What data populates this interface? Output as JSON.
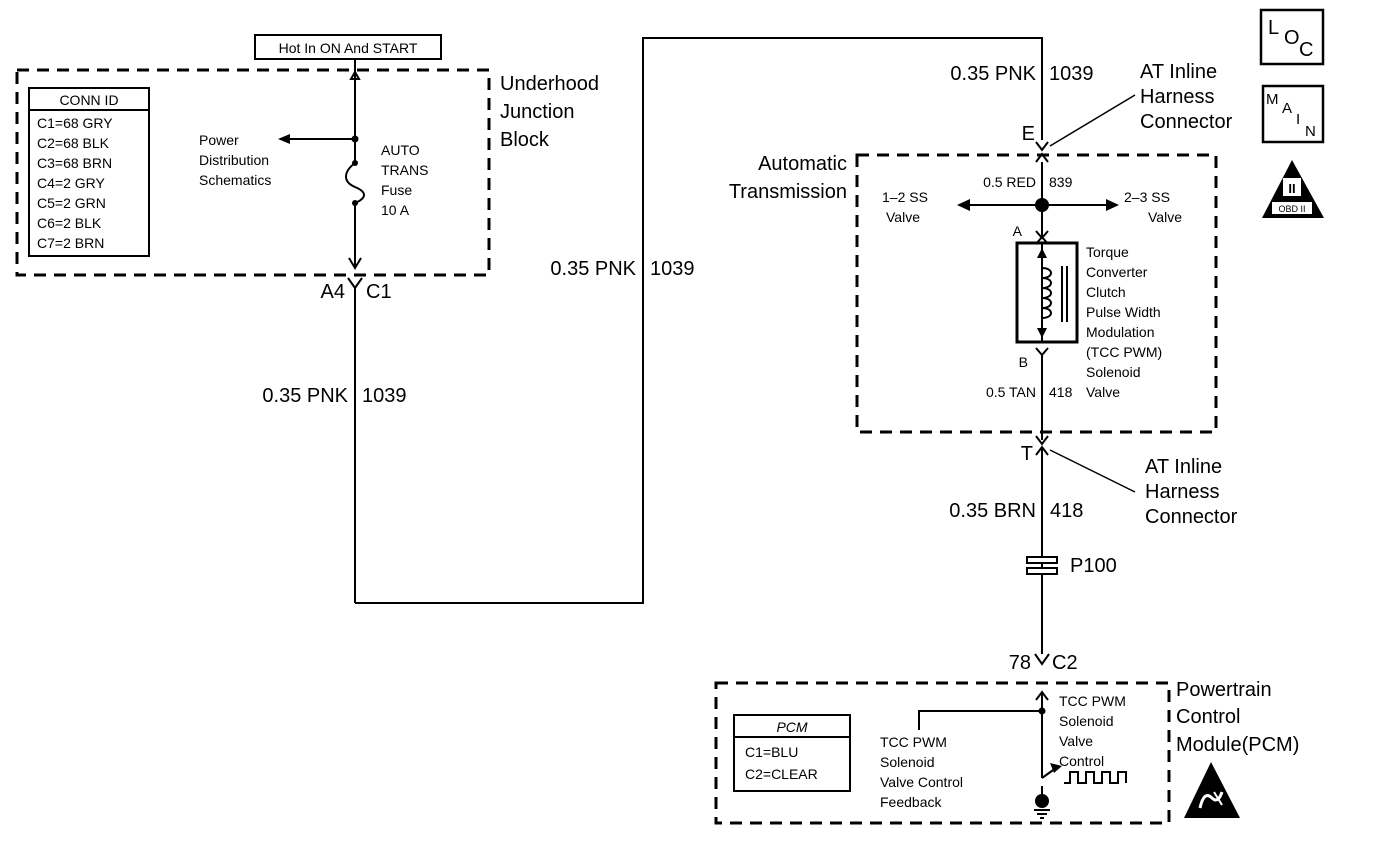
{
  "power_label": "Hot In ON And START",
  "ujb": {
    "name": [
      "Underhood",
      "Junction",
      "Block"
    ],
    "conn_title": "CONN ID",
    "conn_rows": [
      "C1=68 GRY",
      "C2=68 BLK",
      "C3=68 BRN",
      "C4=2 GRY",
      "C5=2 GRN",
      "C6=2 BLK",
      "C7=2 BRN"
    ],
    "power_dist": [
      "Power",
      "Distribution",
      "Schematics"
    ],
    "fuse": [
      "AUTO",
      "TRANS",
      "Fuse",
      "10 A"
    ],
    "pin_left": "A4",
    "pin_right": "C1"
  },
  "wires": {
    "w1_gauge": "0.35 PNK",
    "w1_circuit": "1039",
    "w2_gauge": "0.35 PNK",
    "w2_circuit": "1039",
    "w3_gauge": "0.35 PNK",
    "w3_circuit": "1039",
    "red_gauge": "0.5 RED",
    "red_circuit": "839",
    "tan_gauge": "0.5 TAN",
    "tan_circuit": "418",
    "brn_gauge": "0.35 BRN",
    "brn_circuit": "418"
  },
  "inline_top": {
    "label": [
      "AT Inline",
      "Harness",
      "Connector"
    ],
    "pin": "E"
  },
  "inline_bottom": {
    "label": [
      "AT Inline",
      "Harness",
      "Connector"
    ],
    "pin": "T"
  },
  "trans": {
    "name": [
      "Automatic",
      "Transmission"
    ],
    "ss12": [
      "1–2 SS",
      "Valve"
    ],
    "ss23": [
      "2–3 SS",
      "Valve"
    ],
    "pin_a": "A",
    "pin_b": "B",
    "solenoid": [
      "Torque",
      "Converter",
      "Clutch",
      "Pulse Width",
      "Modulation",
      "(TCC PWM)",
      "Solenoid",
      "Valve"
    ]
  },
  "splice": "P100",
  "pcm": {
    "pin_left": "78",
    "pin_right": "C2",
    "name": [
      "Powertrain",
      "Control",
      "Module(PCM)"
    ],
    "table_title": "PCM",
    "table_rows": [
      "C1=BLU",
      "C2=CLEAR"
    ],
    "feedback": [
      "TCC PWM",
      "Solenoid",
      "Valve Control",
      "Feedback"
    ],
    "control": [
      "TCC PWM",
      "Solenoid",
      "Valve",
      "Control"
    ]
  },
  "icons": {
    "loc": [
      "L",
      "O",
      "C"
    ],
    "main": [
      "M",
      "A",
      "I",
      "N"
    ],
    "obd_numeral": "II",
    "obd_label": "OBD II"
  }
}
